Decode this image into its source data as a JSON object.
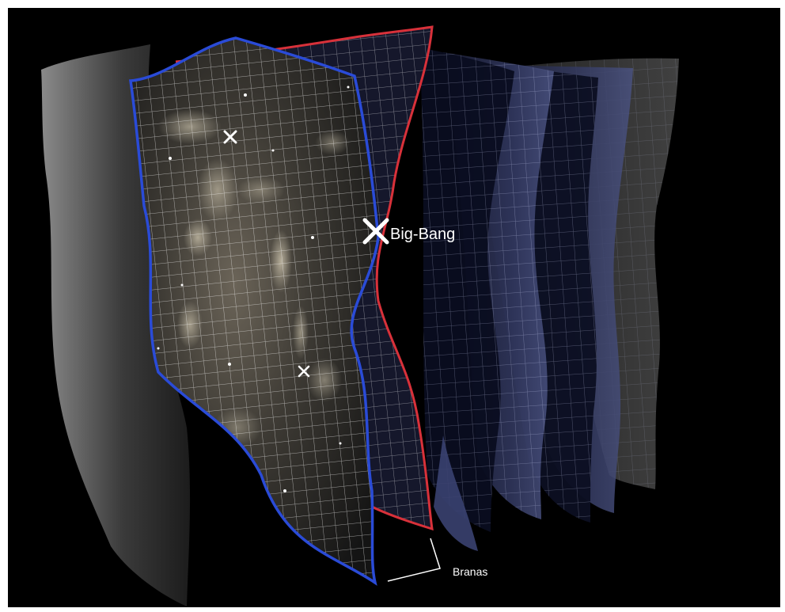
{
  "diagram": {
    "labels": {
      "big_bang": "Big-Bang",
      "branes": "Branas"
    },
    "colors": {
      "background": "#000000",
      "outer_frame": "#ffffff",
      "primary_brane_border": "#2a4bd7",
      "secondary_brane_border": "#d8313a",
      "grid_lines": "#ffffff",
      "distant_branes": "#3b4270",
      "faint_branes": "#6a6a6a"
    },
    "markers": [
      "cross-marker",
      "cross-marker",
      "big-bang-marker"
    ]
  }
}
